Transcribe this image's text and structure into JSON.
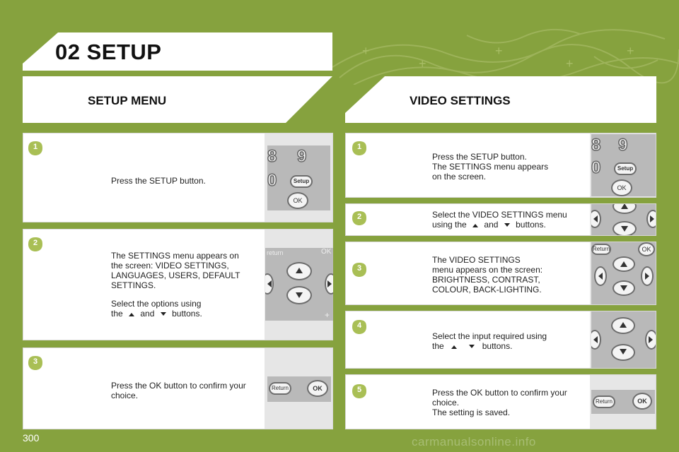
{
  "page": {
    "title": "02  SETUP",
    "page_number": "300",
    "watermark": "carmanualsonline.info"
  },
  "colors": {
    "background": "#86a23e",
    "badge": "#a9bf55",
    "panel": "#ffffff",
    "strip": "#e6e6e6"
  },
  "left": {
    "title": "SETUP MENU",
    "steps": [
      {
        "number": "1",
        "text": "Press the SETUP button."
      },
      {
        "number": "2",
        "lines": [
          "The SETTINGS menu appears on",
          "the screen: VIDEO SETTINGS,",
          "LANGUAGES, USERS, DEFAULT",
          "SETTINGS."
        ],
        "line2": "Select the options using",
        "the_word": "the",
        "and_word": "and",
        "buttons_word": "buttons."
      },
      {
        "number": "3",
        "lines": [
          "Press the OK button to confirm your",
          "choice."
        ]
      }
    ]
  },
  "right": {
    "title": "VIDEO SETTINGS",
    "steps": [
      {
        "number": "1",
        "lines": [
          "Press the SETUP button.",
          "The SETTINGS menu appears",
          "on the screen."
        ]
      },
      {
        "number": "2",
        "line1": "Select the VIDEO SETTINGS menu",
        "using_word": "using the",
        "and_word": "and",
        "buttons_word": "buttons."
      },
      {
        "number": "3",
        "lines": [
          "The VIDEO SETTINGS",
          "menu appears on the screen:",
          "BRIGHTNESS, CONTRAST,",
          "COLOUR, BACK-LIGHTING."
        ]
      },
      {
        "number": "4",
        "line1": "Select the input required using",
        "the_word": "the",
        "buttons_word": "buttons."
      },
      {
        "number": "5",
        "lines": [
          "Press the OK button to confirm your",
          "choice.",
          "The setting is saved."
        ]
      }
    ]
  },
  "remote_labels": {
    "setup": "Setup",
    "ok": "OK",
    "return": "Return",
    "return_lc": "return",
    "d8": "8",
    "d9": "9",
    "d0": "0",
    "plus": "+"
  },
  "icons": [
    "up-arrow-icon",
    "down-arrow-icon",
    "left-arrow-icon",
    "right-arrow-icon",
    "step-badge-icon"
  ]
}
